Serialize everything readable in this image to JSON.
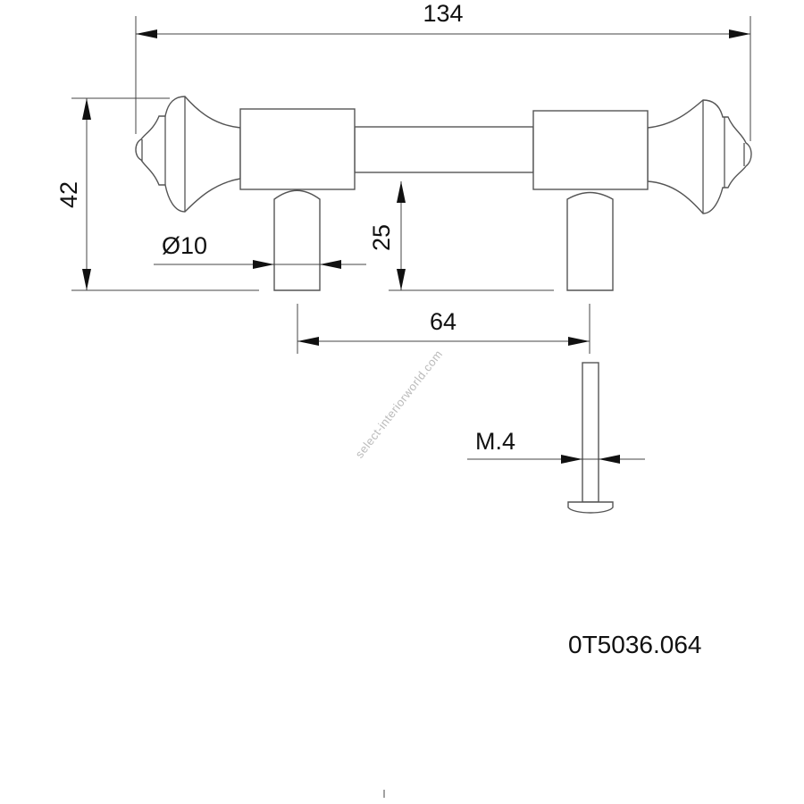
{
  "drawing": {
    "dimensions": {
      "overall_length": "134",
      "height": "42",
      "post_height": "25",
      "post_diameter": "Ø10",
      "hole_spacing": "64",
      "screw_thread": "M.4"
    },
    "watermark": "select-interiorworld.com",
    "part_number": "0T5036.064"
  }
}
